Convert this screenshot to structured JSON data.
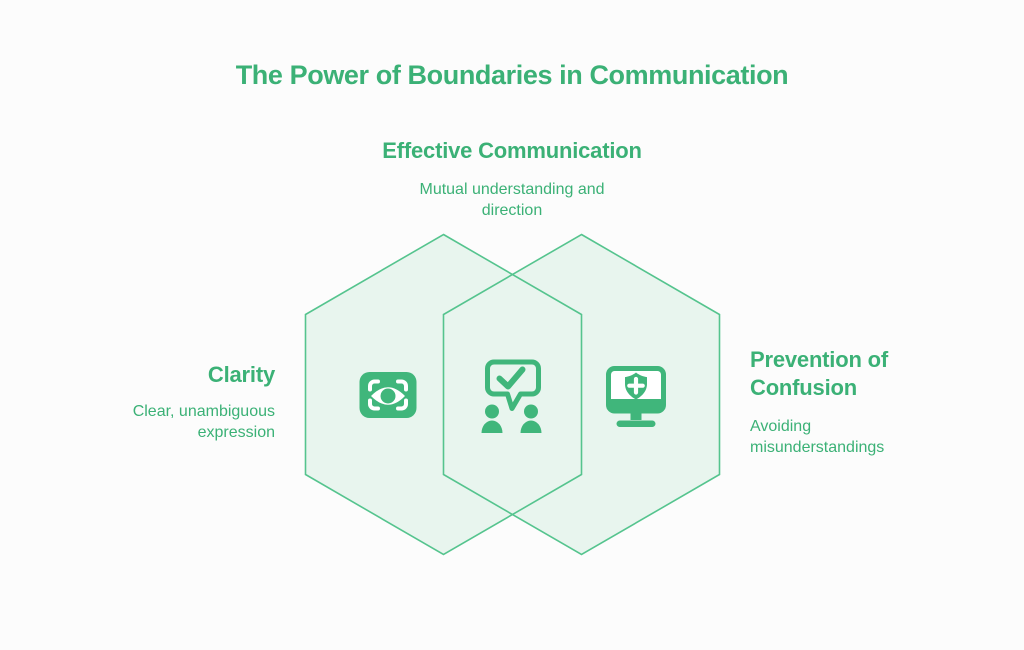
{
  "title": "The Power of Boundaries in Communication",
  "colors": {
    "brand_green": "#3bb176",
    "icon_green": "#40b67b",
    "hexagon_stroke": "#55c48e",
    "hexagon_fill": "#e8f5ee",
    "background": "#fcfcfc"
  },
  "nodes": {
    "top": {
      "title": "Effective Communication",
      "subtitle_lines": [
        "Mutual understanding and",
        "direction"
      ],
      "icon": "conversation-check-icon"
    },
    "left": {
      "title": "Clarity",
      "subtitle_lines": [
        "Clear, unambiguous",
        "expression"
      ],
      "icon": "eye-scan-icon"
    },
    "right": {
      "title_lines": [
        "Prevention of",
        "Confusion"
      ],
      "subtitle_lines": [
        "Avoiding",
        "misunderstandings"
      ],
      "icon": "monitor-shield-icon"
    }
  }
}
